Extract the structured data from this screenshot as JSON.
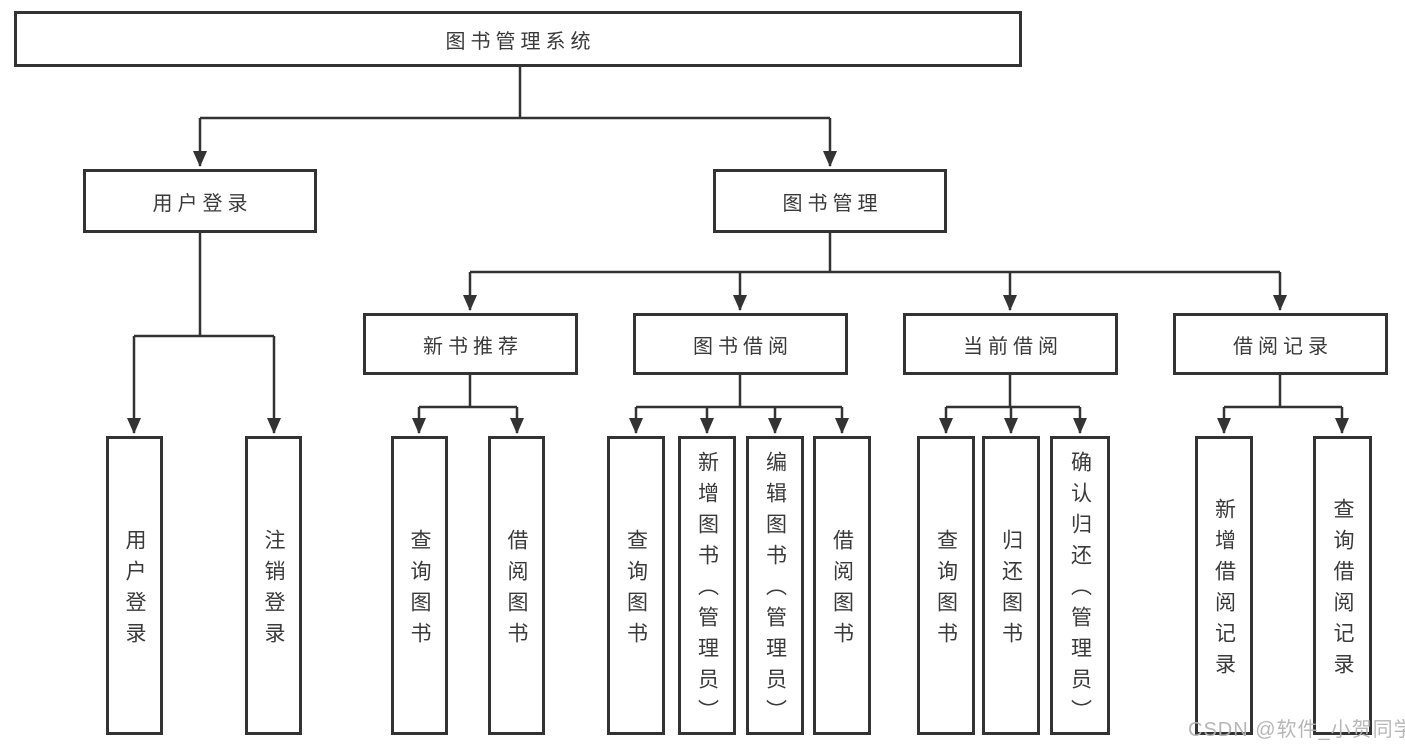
{
  "diagram": {
    "type": "hierarchy-tree",
    "colors": {
      "line": "#333333",
      "box_border": "#333333",
      "box_fill": "#ffffff",
      "text": "#3a3a3a",
      "watermark": "#b4b4b4",
      "background": "#ffffff"
    }
  },
  "tree": {
    "label": "图书管理系统",
    "children": [
      {
        "label": "用户登录",
        "children": [
          {
            "label": "用户登录"
          },
          {
            "label": "注销登录"
          }
        ]
      },
      {
        "label": "图书管理",
        "children": [
          {
            "label": "新书推荐",
            "children": [
              {
                "label": "查询图书"
              },
              {
                "label": "借阅图书"
              }
            ]
          },
          {
            "label": "图书借阅",
            "children": [
              {
                "label": "查询图书"
              },
              {
                "label": "新增图书（管理员）"
              },
              {
                "label": "编辑图书（管理员）"
              },
              {
                "label": "借阅图书"
              }
            ]
          },
          {
            "label": "当前借阅",
            "children": [
              {
                "label": "查询图书"
              },
              {
                "label": "归还图书"
              },
              {
                "label": "确认归还（管理员）"
              }
            ]
          },
          {
            "label": "借阅记录",
            "children": [
              {
                "label": "新增借阅记录"
              },
              {
                "label": "查询借阅记录"
              }
            ]
          }
        ]
      }
    ]
  },
  "watermark": {
    "text": "CSDN @软件_小贺同学"
  }
}
